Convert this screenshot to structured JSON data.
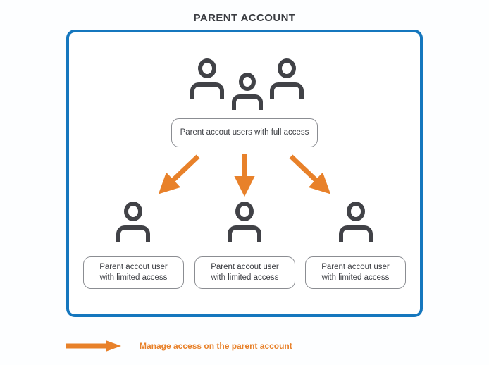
{
  "diagram": {
    "title": "PARENT ACCOUNT",
    "type": "hierarchy-diagram",
    "colors": {
      "frame_border": "#1577be",
      "arrow": "#e8812a",
      "icon": "#414247",
      "box_border": "#8b8d92",
      "text": "#3b3d42",
      "legend_text": "#e8812a",
      "background": "#ffffff"
    }
  },
  "top_group": {
    "icon_name": "people-group-icon",
    "person_count": 3,
    "box_label": "Parent accout users with full access"
  },
  "children": [
    {
      "icon_name": "person-icon",
      "line1": "Parent accout user",
      "line2": "with limited access"
    },
    {
      "icon_name": "person-icon",
      "line1": "Parent accout user",
      "line2": "with limited access"
    },
    {
      "icon_name": "person-icon",
      "line1": "Parent accout user",
      "line2": "with limited access"
    }
  ],
  "arrows": {
    "count": 3,
    "directions": [
      "down-left",
      "down",
      "down-right"
    ],
    "color": "#e8812a"
  },
  "legend": {
    "icon_name": "arrow-right-icon",
    "label": "Manage access on the parent account"
  }
}
